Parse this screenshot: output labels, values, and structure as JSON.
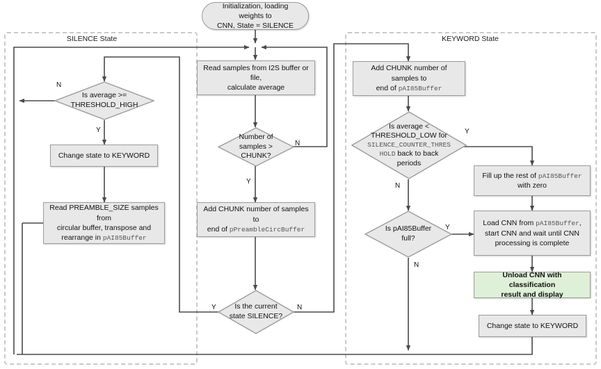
{
  "diagram": {
    "title": "CNN keyword spotting flowchart",
    "colors": {
      "node_fill": "#e8e8e8",
      "node_stroke": "#9b9b9b",
      "highlight_fill": "#dff0d8",
      "region_border": "#c9c9c9",
      "line": "#4a4a4a"
    }
  },
  "regions": [
    {
      "id": "silence",
      "label": "SILENCE State"
    },
    {
      "id": "keyword",
      "label": "KEYWORD State"
    }
  ],
  "nodes": {
    "init": {
      "type": "terminator",
      "text_line1": "Initialization, loading weights to",
      "text_line2": "CNN, State = SILENCE"
    },
    "is_avg_ge_high": {
      "type": "decision",
      "text_line1": "Is average >=",
      "text_line2": "THRESHOLD_HIGH"
    },
    "change_state_keyword_left": {
      "type": "process",
      "text": "Change state to KEYWORD"
    },
    "read_preamble": {
      "type": "process",
      "text_line1": "Read PREAMBLE_SIZE samples from",
      "text_line2": "circular buffer, transpose and",
      "text_line3_prefix": "rearrange in ",
      "text_line3_mono": "pAI85Buffer"
    },
    "read_samples": {
      "type": "process",
      "text_line1": "Read samples from I2S buffer or file,",
      "text_line2": "calculate average"
    },
    "num_samples_gt_chunk": {
      "type": "decision",
      "text_line1": "Number of",
      "text_line2": "samples >",
      "text_line3": "CHUNK?"
    },
    "add_chunk_preamble": {
      "type": "process",
      "text_line1": "Add CHUNK number of samples to",
      "text_line2_prefix": "end of ",
      "text_line2_mono": "pPreambleCircBuffer"
    },
    "is_state_silence": {
      "type": "decision",
      "text_line1": "Is the current",
      "text_line2": "state SILENCE?"
    },
    "add_chunk_ai85": {
      "type": "process",
      "text_line1": "Add CHUNK number of samples to",
      "text_line2_prefix": "end of ",
      "text_line2_mono": "pAI85Buffer"
    },
    "is_avg_lt_low": {
      "type": "decision",
      "text_line1": "Is average <",
      "text_line2": "THRESHOLD_LOW for",
      "text_line3_mono": "SILENCE_COUNTER_THRES",
      "text_line4_mono": "HOLD",
      "text_line4_rest": " back to back",
      "text_line5": "periods"
    },
    "is_ai85_full": {
      "type": "decision",
      "text_line1": "Is pAI85Buffer",
      "text_line2": "full?"
    },
    "fill_zero": {
      "type": "process",
      "text_line1_prefix": "Fill up the rest of ",
      "text_line1_mono": "pAI85Buffer",
      "text_line2": "with zero"
    },
    "load_cnn": {
      "type": "process",
      "text_line1_prefix": "Load CNN from ",
      "text_line1_mono": "pAI85Buffer",
      "text_line1_suffix": ",",
      "text_line2": "start CNN and wait until CNN",
      "text_line3": "processing is complete"
    },
    "unload_cnn": {
      "type": "process",
      "highlight": true,
      "text_line1": "Unload CNN with classification",
      "text_line2": "result and display"
    },
    "change_state_keyword_right": {
      "type": "process",
      "text": "Change state to KEYWORD"
    }
  },
  "edge_labels": {
    "avg_high_no": "N",
    "avg_high_yes": "Y",
    "chunk_no": "N",
    "chunk_yes": "Y",
    "silence_yes": "Y",
    "silence_no": "N",
    "low_yes": "Y",
    "low_no": "N",
    "full_yes": "Y",
    "full_no": "N"
  }
}
